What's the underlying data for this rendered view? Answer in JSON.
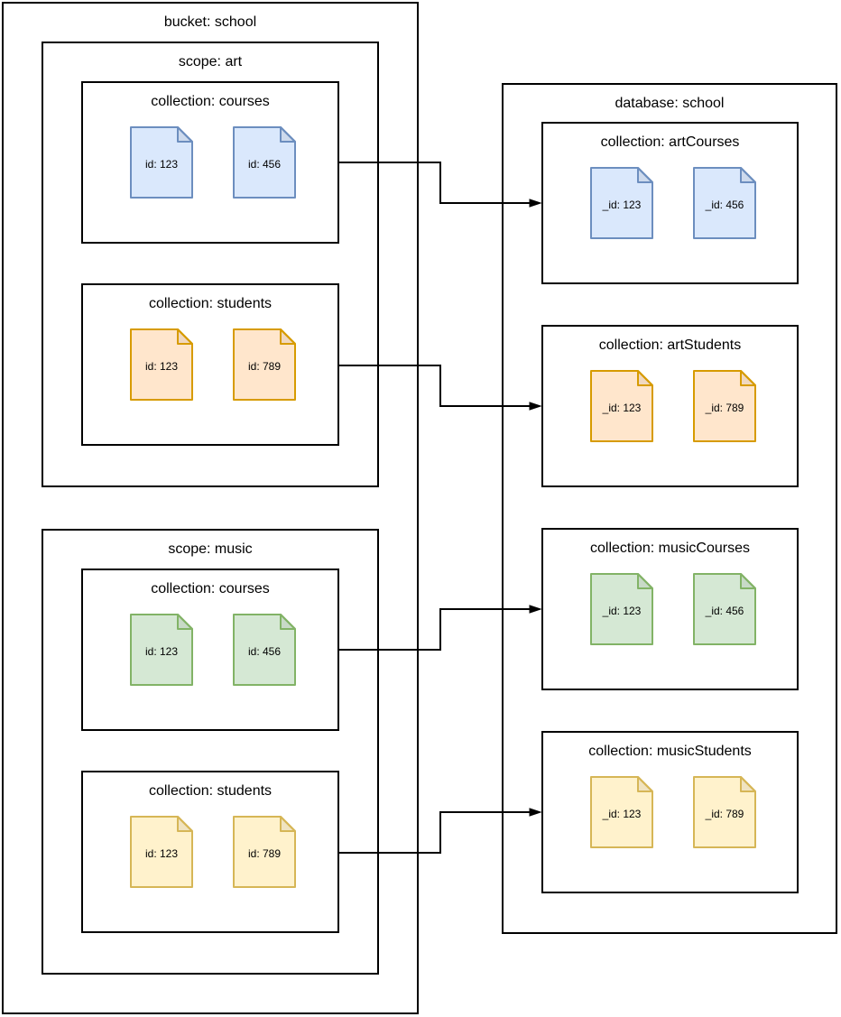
{
  "bucket": {
    "title": "bucket: school",
    "scopes": [
      {
        "title": "scope: art",
        "collections": [
          {
            "title": "collection: courses",
            "color": "blue",
            "docs": [
              "id: 123",
              "id: 456"
            ]
          },
          {
            "title": "collection: students",
            "color": "orange",
            "docs": [
              "id: 123",
              "id: 789"
            ]
          }
        ]
      },
      {
        "title": "scope: music",
        "collections": [
          {
            "title": "collection: courses",
            "color": "green",
            "docs": [
              "id: 123",
              "id: 456"
            ]
          },
          {
            "title": "collection: students",
            "color": "yellow",
            "docs": [
              "id: 123",
              "id: 789"
            ]
          }
        ]
      }
    ]
  },
  "database": {
    "title": "database: school",
    "collections": [
      {
        "title": "collection: artCourses",
        "color": "blue",
        "docs": [
          "_id: 123",
          "_id: 456"
        ]
      },
      {
        "title": "collection: artStudents",
        "color": "orange",
        "docs": [
          "_id: 123",
          "_id: 789"
        ]
      },
      {
        "title": "collection: musicCourses",
        "color": "green",
        "docs": [
          "_id: 123",
          "_id: 456"
        ]
      },
      {
        "title": "collection: musicStudents",
        "color": "yellow",
        "docs": [
          "_id: 123",
          "_id: 789"
        ]
      }
    ]
  },
  "palette": {
    "blue": {
      "fill": "#dae8fc",
      "stroke": "#6c8ebf"
    },
    "orange": {
      "fill": "#ffe6cc",
      "stroke": "#d79b00"
    },
    "green": {
      "fill": "#d5e8d4",
      "stroke": "#82b366"
    },
    "yellow": {
      "fill": "#fff2cc",
      "stroke": "#d6b656"
    }
  },
  "line_color": "#000000",
  "background": "#ffffff"
}
